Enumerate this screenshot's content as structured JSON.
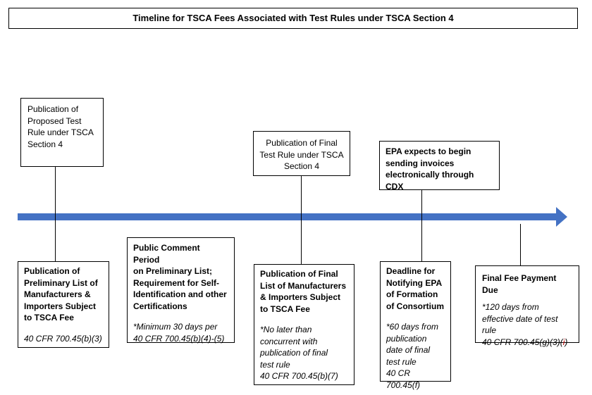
{
  "title": "Timeline for TSCA Fees Associated with Test Rules under TSCA Section 4",
  "colors": {
    "arrow": "#4472c4",
    "border": "#000000"
  },
  "top_boxes": {
    "proposed_rule": {
      "lines": [
        "Publication of",
        "Proposed Test",
        "Rule under TSCA",
        "Section 4"
      ]
    },
    "final_rule": {
      "lines": [
        "Publication of Final",
        "Test Rule under TSCA",
        "Section 4"
      ]
    },
    "cdx_invoices": {
      "lines": [
        "EPA expects to begin",
        "sending invoices",
        "electronically through CDX"
      ]
    }
  },
  "bottom_boxes": {
    "preliminary_list": {
      "heading": [
        "Publication of",
        "Preliminary List of",
        "Manufacturers &",
        "Importers Subject",
        "to TSCA Fee"
      ],
      "citation": "40 CFR 700.45(b)(3)"
    },
    "public_comment": {
      "heading": [
        "Public Comment Period",
        "on Preliminary List;",
        "Requirement for Self-",
        "Identification and other",
        "Certifications"
      ],
      "note": [
        "*Minimum 30 days per",
        "40 CFR 700.45(b)(4)-(5)"
      ]
    },
    "final_list": {
      "heading": [
        "Publication of Final",
        "List of Manufacturers",
        "& Importers Subject",
        "to TSCA Fee"
      ],
      "note": [
        "*No later than",
        "concurrent with",
        "publication of final",
        "test rule"
      ],
      "citation": "40 CFR 700.45(b)(7)"
    },
    "consortium": {
      "heading": [
        "Deadline for",
        "Notifying EPA",
        "of Formation",
        "of Consortium"
      ],
      "note": [
        "*60 days from",
        "publication",
        "date of final",
        "test rule"
      ],
      "citation": "40 CR 700.45(f)"
    },
    "final_payment": {
      "heading": "Final Fee Payment Due",
      "note": [
        "*120 days from",
        "effective date of test",
        "rule"
      ],
      "citation_main": "40 CFR 700.45(g)(3)(",
      "citation_mark": "i",
      "citation_end": ")"
    }
  }
}
